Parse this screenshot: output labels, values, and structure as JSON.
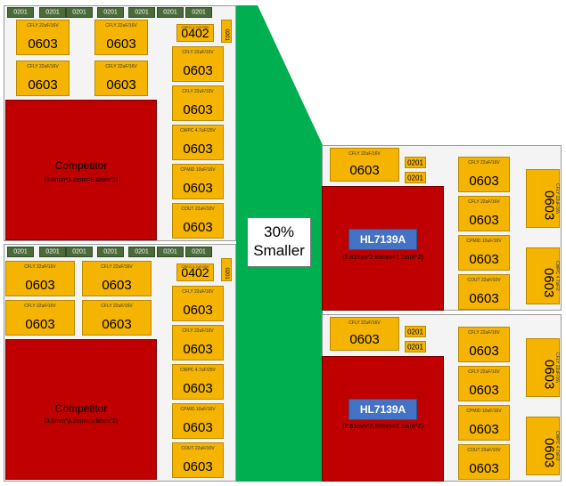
{
  "colors": {
    "capacitor": "#f5b400",
    "chip_red": "#c00000",
    "resistor_0201": "#4a6a3a",
    "hl_label": "#4472c4",
    "arrow_green": "#00b050"
  },
  "callout": {
    "line1": "30%",
    "line2": "Smaller"
  },
  "competitor": {
    "name": "Competitor",
    "dims": "(3.0mm*3.2mm=9.6mm^2)",
    "dims_bottom": "(3.0mm*3.2mm=9.6mm^2)",
    "r0201": "0201",
    "c0402": "0402",
    "v0201": "0201",
    "cap_size": "0603",
    "left_caps": [
      "CFLY 22uF/16V",
      "CFLY 22uF/16V",
      "CFLY 22uF/16V",
      "CFLY 22uF/16V"
    ],
    "right_caps": [
      "CREG 4.7uF/25V",
      "CFLY 22uF/16V",
      "CFLY 22uF/16V",
      "CWPC 4.7uF/25V",
      "CPMID 10uF/16V",
      "COUT 22uF/10V"
    ]
  },
  "hl": {
    "name": "HL7139A",
    "dims": "(2.61mm*2.88mm=7.2mm^2)",
    "dims_bottom": "(2.61mm*2.88mm=7.2mm^2)",
    "r0201": "0201",
    "cap_size": "0603",
    "top_cap": "CFLY 22uF/16V",
    "mid_caps": [
      "CFLY 22uF/16V",
      "CFLY 22uF/16V",
      "CPMID 10uF/16V",
      "COUT 22uF/10V"
    ],
    "side_caps": [
      "CFLY 22uF/16V",
      "CWPC 4.7uF/25V"
    ]
  }
}
